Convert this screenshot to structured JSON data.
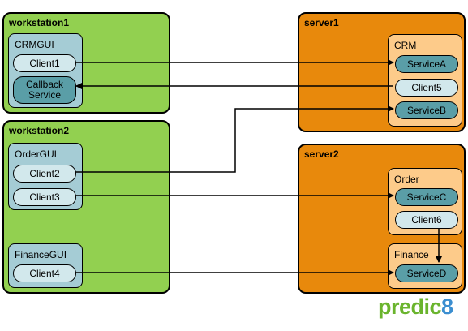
{
  "workstation1": {
    "title": "workstation1",
    "crmgui": {
      "title": "CRMGUI",
      "client1": "Client1",
      "callback": "Callback\nService"
    }
  },
  "workstation2": {
    "title": "workstation2",
    "ordergui": {
      "title": "OrderGUI",
      "client2": "Client2",
      "client3": "Client3"
    },
    "financegui": {
      "title": "FinanceGUI",
      "client4": "Client4"
    }
  },
  "server1": {
    "title": "server1",
    "crm": {
      "title": "CRM",
      "serviceA": "ServiceA",
      "client5": "Client5",
      "serviceB": "ServiceB"
    }
  },
  "server2": {
    "title": "server2",
    "order": {
      "title": "Order",
      "serviceC": "ServiceC",
      "client6": "Client6"
    },
    "finance": {
      "title": "Finance",
      "serviceD": "ServiceD"
    }
  },
  "logo": {
    "part1": "predic",
    "part2": "8"
  },
  "colors": {
    "workstation": "#92d050",
    "server": "#e8890c",
    "gui_component": "#a5ccd5",
    "server_component": "#fdcb8a",
    "client": "#d2e8ec",
    "service": "#5a9ea7"
  }
}
